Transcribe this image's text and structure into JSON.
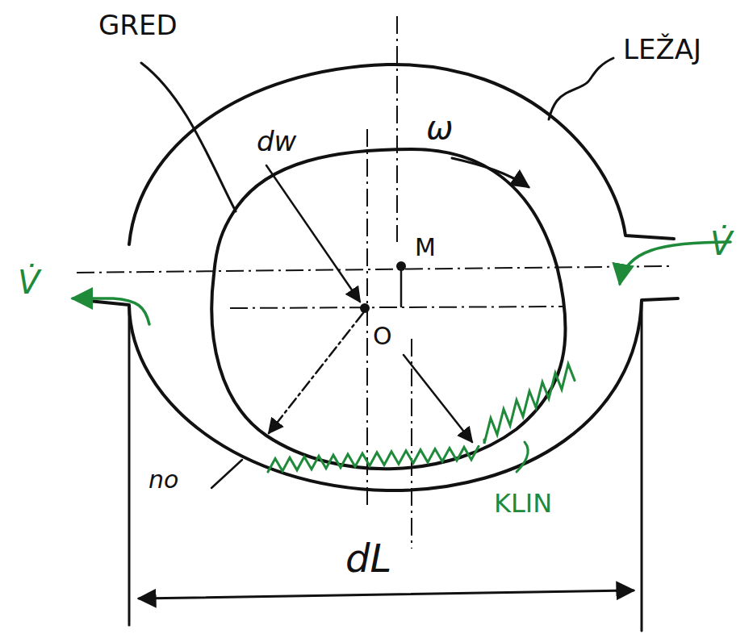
{
  "diagram": {
    "labels": [
      "GRED",
      "LEŽAJ",
      "dw",
      "ω",
      "M",
      "O",
      "V̇",
      "V̇",
      "no",
      "KLIN",
      "dL"
    ]
  }
}
